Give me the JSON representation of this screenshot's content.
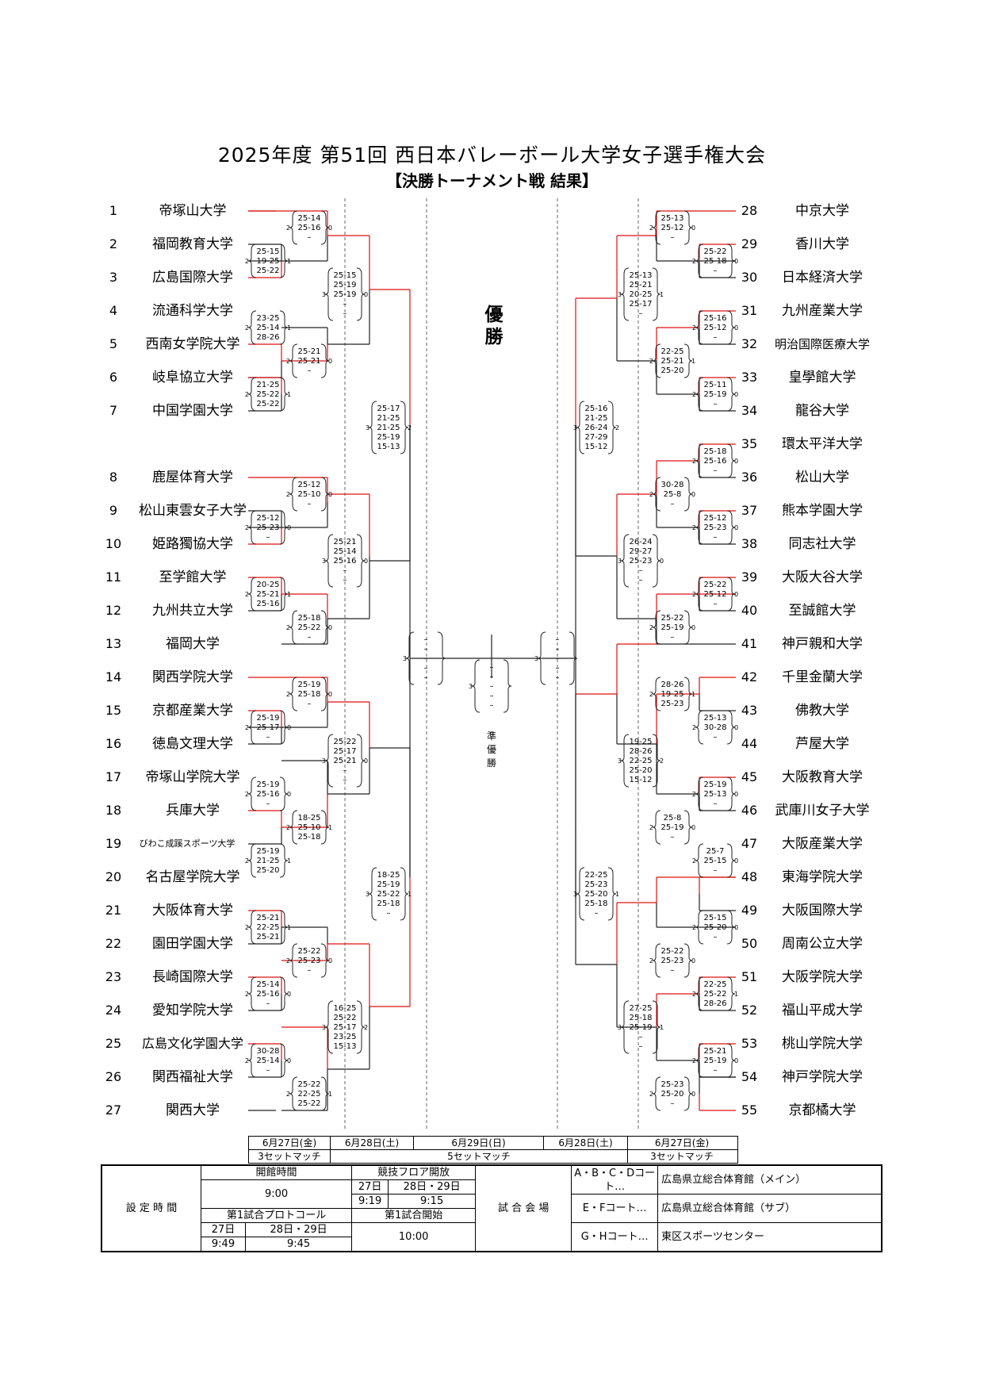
{
  "title": "2025年度 第51回 西日本バレーボール大学女子選手権大会",
  "subtitle": "【決勝トーナメント戦 結果】",
  "champion_label": [
    "優",
    "勝"
  ],
  "runnerup_label": [
    "準",
    "優",
    "勝"
  ],
  "left_teams": [
    {
      "no": "1",
      "name": "帝塚山大学"
    },
    {
      "no": "2",
      "name": "福岡教育大学"
    },
    {
      "no": "3",
      "name": "広島国際大学"
    },
    {
      "no": "4",
      "name": "流通科学大学"
    },
    {
      "no": "5",
      "name": "西南女学院大学"
    },
    {
      "no": "6",
      "name": "岐阜協立大学"
    },
    {
      "no": "7",
      "name": "中国学園大学"
    },
    {
      "no": "8",
      "name": "鹿屋体育大学"
    },
    {
      "no": "9",
      "name": "松山東雲女子大学"
    },
    {
      "no": "10",
      "name": "姫路獨協大学"
    },
    {
      "no": "11",
      "name": "至学館大学"
    },
    {
      "no": "12",
      "name": "九州共立大学"
    },
    {
      "no": "13",
      "name": "福岡大学"
    },
    {
      "no": "14",
      "name": "関西学院大学"
    },
    {
      "no": "15",
      "name": "京都産業大学"
    },
    {
      "no": "16",
      "name": "徳島文理大学"
    },
    {
      "no": "17",
      "name": "帝塚山学院大学"
    },
    {
      "no": "18",
      "name": "兵庫大学"
    },
    {
      "no": "19",
      "name": "びわこ成蹊スポーツ大学"
    },
    {
      "no": "20",
      "name": "名古屋学院大学"
    },
    {
      "no": "21",
      "name": "大阪体育大学"
    },
    {
      "no": "22",
      "name": "園田学園大学"
    },
    {
      "no": "23",
      "name": "長崎国際大学"
    },
    {
      "no": "24",
      "name": "愛知学院大学"
    },
    {
      "no": "25",
      "name": "広島文化学園大学"
    },
    {
      "no": "26",
      "name": "関西福祉大学"
    },
    {
      "no": "27",
      "name": "関西大学"
    }
  ],
  "right_teams": [
    {
      "no": "28",
      "name": "中京大学"
    },
    {
      "no": "29",
      "name": "香川大学"
    },
    {
      "no": "30",
      "name": "日本経済大学"
    },
    {
      "no": "31",
      "name": "九州産業大学"
    },
    {
      "no": "32",
      "name": "明治国際医療大学"
    },
    {
      "no": "33",
      "name": "皇學館大学"
    },
    {
      "no": "34",
      "name": "龍谷大学"
    },
    {
      "no": "35",
      "name": "環太平洋大学"
    },
    {
      "no": "36",
      "name": "松山大学"
    },
    {
      "no": "37",
      "name": "熊本学園大学"
    },
    {
      "no": "38",
      "name": "同志社大学"
    },
    {
      "no": "39",
      "name": "大阪大谷大学"
    },
    {
      "no": "40",
      "name": "至誠館大学"
    },
    {
      "no": "41",
      "name": "神戸親和大学"
    },
    {
      "no": "42",
      "name": "千里金蘭大学"
    },
    {
      "no": "43",
      "name": "佛教大学"
    },
    {
      "no": "44",
      "name": "芦屋大学"
    },
    {
      "no": "45",
      "name": "大阪教育大学"
    },
    {
      "no": "46",
      "name": "武庫川女子大学"
    },
    {
      "no": "47",
      "name": "大阪産業大学"
    },
    {
      "no": "48",
      "name": "東海学院大学"
    },
    {
      "no": "49",
      "name": "大阪国際大学"
    },
    {
      "no": "50",
      "name": "周南公立大学"
    },
    {
      "no": "51",
      "name": "大阪学院大学"
    },
    {
      "no": "52",
      "name": "福山平成大学"
    },
    {
      "no": "53",
      "name": "桃山学院大学"
    },
    {
      "no": "54",
      "name": "神戸学院大学"
    },
    {
      "no": "55",
      "name": "京都橘大学"
    }
  ],
  "matches": [
    {
      "left": "2",
      "right": "0",
      "sets": [
        "25-14",
        "25-16",
        "–"
      ]
    },
    {
      "left": "2",
      "right": "1",
      "sets": [
        "25-15",
        "19-25",
        "25-22"
      ]
    },
    {
      "left": "3",
      "right": "0",
      "sets": [
        "25-15",
        "25-19",
        "25-19",
        "–",
        "–"
      ]
    },
    {
      "left": "2",
      "right": "1",
      "sets": [
        "23-25",
        "25-14",
        "28-26"
      ]
    },
    {
      "left": "2",
      "right": "0",
      "sets": [
        "25-21",
        "25-21",
        "–"
      ]
    },
    {
      "left": "2",
      "right": "1",
      "sets": [
        "21-25",
        "25-22",
        "25-22"
      ]
    },
    {
      "left": "3",
      "right": "2",
      "sets": [
        "25-17",
        "21-25",
        "21-25",
        "25-19",
        "15-13"
      ]
    },
    {
      "left": "2",
      "right": "0",
      "sets": [
        "25-12",
        "25-10",
        "–"
      ]
    },
    {
      "left": "2",
      "right": "0",
      "sets": [
        "25-12",
        "25-23",
        "–"
      ]
    },
    {
      "left": "3",
      "right": "0",
      "sets": [
        "25-21",
        "25-14",
        "25-16",
        "–",
        "–"
      ]
    },
    {
      "left": "2",
      "right": "1",
      "sets": [
        "20-25",
        "25-21",
        "25-16"
      ]
    },
    {
      "left": "2",
      "right": "0",
      "sets": [
        "25-18",
        "25-22",
        "–"
      ]
    },
    {
      "left": "2",
      "right": "0",
      "sets": [
        "25-19",
        "25-18",
        "–"
      ]
    },
    {
      "left": "2",
      "right": "0",
      "sets": [
        "25-19",
        "25-17",
        "–"
      ]
    },
    {
      "left": "3",
      "right": "0",
      "sets": [
        "25-22",
        "25-17",
        "25-21",
        "–",
        "–"
      ]
    },
    {
      "left": "2",
      "right": "0",
      "sets": [
        "25-19",
        "25-16",
        "–"
      ]
    },
    {
      "left": "2",
      "right": "1",
      "sets": [
        "18-25",
        "25-10",
        "25-18"
      ]
    },
    {
      "left": "2",
      "right": "1",
      "sets": [
        "25-19",
        "21-25",
        "25-20"
      ]
    },
    {
      "left": "3",
      "right": "1",
      "sets": [
        "18-25",
        "25-19",
        "25-22",
        "25-18",
        "–"
      ]
    },
    {
      "left": "2",
      "right": "1",
      "sets": [
        "25-21",
        "22-25",
        "25-21"
      ]
    },
    {
      "left": "2",
      "right": "0",
      "sets": [
        "25-22",
        "25-23",
        "–"
      ]
    },
    {
      "left": "2",
      "right": "0",
      "sets": [
        "25-14",
        "25-16",
        "–"
      ]
    },
    {
      "left": "3",
      "right": "2",
      "sets": [
        "16-25",
        "25-22",
        "25-17",
        "23-25",
        "15-13"
      ]
    },
    {
      "left": "2",
      "right": "0",
      "sets": [
        "30-28",
        "25-14",
        "–"
      ]
    },
    {
      "left": "2",
      "right": "1",
      "sets": [
        "25-22",
        "22-25",
        "25-22"
      ]
    },
    {
      "left": "3",
      "right": "",
      "sets": [
        "–",
        "–",
        "–",
        "–",
        "–"
      ]
    },
    {
      "left": "3",
      "right": "",
      "sets": [
        "–",
        "–",
        "–",
        "–",
        "–"
      ]
    },
    {
      "left": "3",
      "right": "",
      "sets": [
        "–",
        "–",
        "–",
        "–",
        "–"
      ]
    },
    {
      "left": "2",
      "right": "0",
      "sets": [
        "25-13",
        "25-12",
        "–"
      ]
    },
    {
      "left": "2",
      "right": "0",
      "sets": [
        "25-22",
        "25-18",
        "–"
      ]
    },
    {
      "left": "3",
      "right": "1",
      "sets": [
        "25-13",
        "25-21",
        "20-25",
        "25-17",
        "–"
      ]
    },
    {
      "left": "2",
      "right": "0",
      "sets": [
        "25-16",
        "25-12",
        "–"
      ]
    },
    {
      "left": "2",
      "right": "1",
      "sets": [
        "22-25",
        "25-21",
        "25-20"
      ]
    },
    {
      "left": "2",
      "right": "0",
      "sets": [
        "25-11",
        "25-19",
        "–"
      ]
    },
    {
      "left": "3",
      "right": "2",
      "sets": [
        "25-16",
        "21-25",
        "26-24",
        "27-29",
        "15-12"
      ]
    },
    {
      "left": "2",
      "right": "0",
      "sets": [
        "25-18",
        "25-16",
        "–"
      ]
    },
    {
      "left": "2",
      "right": "0",
      "sets": [
        "30-28",
        "25-8",
        "–"
      ]
    },
    {
      "left": "2",
      "right": "0",
      "sets": [
        "25-12",
        "25-23",
        "–"
      ]
    },
    {
      "left": "3",
      "right": "0",
      "sets": [
        "26-24",
        "29-27",
        "25-23",
        "–",
        "–"
      ]
    },
    {
      "left": "2",
      "right": "0",
      "sets": [
        "25-22",
        "25-12",
        "–"
      ]
    },
    {
      "left": "2",
      "right": "0",
      "sets": [
        "25-22",
        "25-19",
        "–"
      ]
    },
    {
      "left": "2",
      "right": "1",
      "sets": [
        "28-26",
        "19-25",
        "25-23"
      ]
    },
    {
      "left": "2",
      "right": "0",
      "sets": [
        "25-13",
        "30-28",
        "–"
      ]
    },
    {
      "left": "3",
      "right": "2",
      "sets": [
        "19-25",
        "28-26",
        "22-25",
        "25-20",
        "15-12"
      ]
    },
    {
      "left": "2",
      "right": "0",
      "sets": [
        "25-19",
        "25-13",
        "–"
      ]
    },
    {
      "left": "2",
      "right": "0",
      "sets": [
        "25-8",
        "25-19",
        "–"
      ]
    },
    {
      "left": "2",
      "right": "0",
      "sets": [
        "25-7",
        "25-15",
        "–"
      ]
    },
    {
      "left": "3",
      "right": "1",
      "sets": [
        "22-25",
        "25-23",
        "25-20",
        "25-18",
        "–"
      ]
    },
    {
      "left": "2",
      "right": "0",
      "sets": [
        "25-15",
        "25-20",
        "–"
      ]
    },
    {
      "left": "2",
      "right": "0",
      "sets": [
        "25-22",
        "25-23",
        "–"
      ]
    },
    {
      "left": "2",
      "right": "1",
      "sets": [
        "22-25",
        "25-22",
        "28-26"
      ]
    },
    {
      "left": "3",
      "right": "1",
      "sets": [
        "27-25",
        "25-18",
        "25-19",
        "–",
        "–"
      ]
    },
    {
      "left": "2",
      "right": "0",
      "sets": [
        "25-21",
        "25-19",
        "–"
      ]
    },
    {
      "left": "2",
      "right": "0",
      "sets": [
        "25-23",
        "25-20",
        "–"
      ]
    }
  ],
  "dates": {
    "row1": [
      "6月27日(金)",
      "6月28日(土)",
      "6月29日(日)",
      "6月28日(土)",
      "6月27日(金)"
    ],
    "row2": [
      "3セットマッチ",
      "5セットマッチ",
      "3セットマッチ"
    ]
  },
  "info": {
    "label": "設 定 時 間",
    "open_label": "開館時間",
    "open_time": "9:00",
    "floor_label": "競技フロア開放",
    "floor_d1": "27日",
    "floor_d2": "28日・29日",
    "floor_t1": "9:19",
    "floor_t2": "9:15",
    "protocol_label": "第1試合プロトコール",
    "proto_d1": "27日",
    "proto_d2": "28日・29日",
    "proto_t1": "9:49",
    "proto_t2": "9:45",
    "start_label": "第1試合開始",
    "start_time": "10:00",
    "venue_label": "試 合 会 場",
    "courts": [
      {
        "court": "A・B・C・Dコート…",
        "venue": "広島県立総合体育館（メイン）"
      },
      {
        "court": "E・Fコート…",
        "venue": "広島県立総合体育館（サブ）"
      },
      {
        "court": "G・Hコート…",
        "venue": "東区スポーツセンター"
      }
    ]
  }
}
